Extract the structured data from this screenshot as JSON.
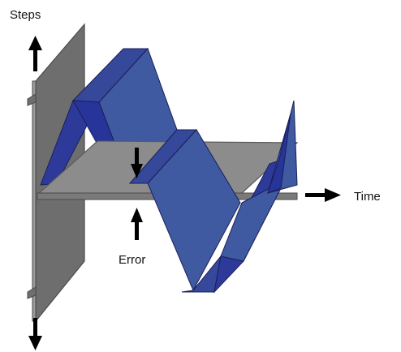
{
  "labels": {
    "steps": "Steps",
    "time": "Time",
    "error": "Error"
  },
  "colors": {
    "wave_face": "#3f5aa0",
    "wave_top": "#35489a",
    "wave_side": "#2e3a9a",
    "wave_dark": "#25308a",
    "plane": "#8c8c8c",
    "plane_edge": "#5c5c5c",
    "wall": "#6e6e6e",
    "wall_edge": "#4a4a4a",
    "arrow": "#000000"
  }
}
